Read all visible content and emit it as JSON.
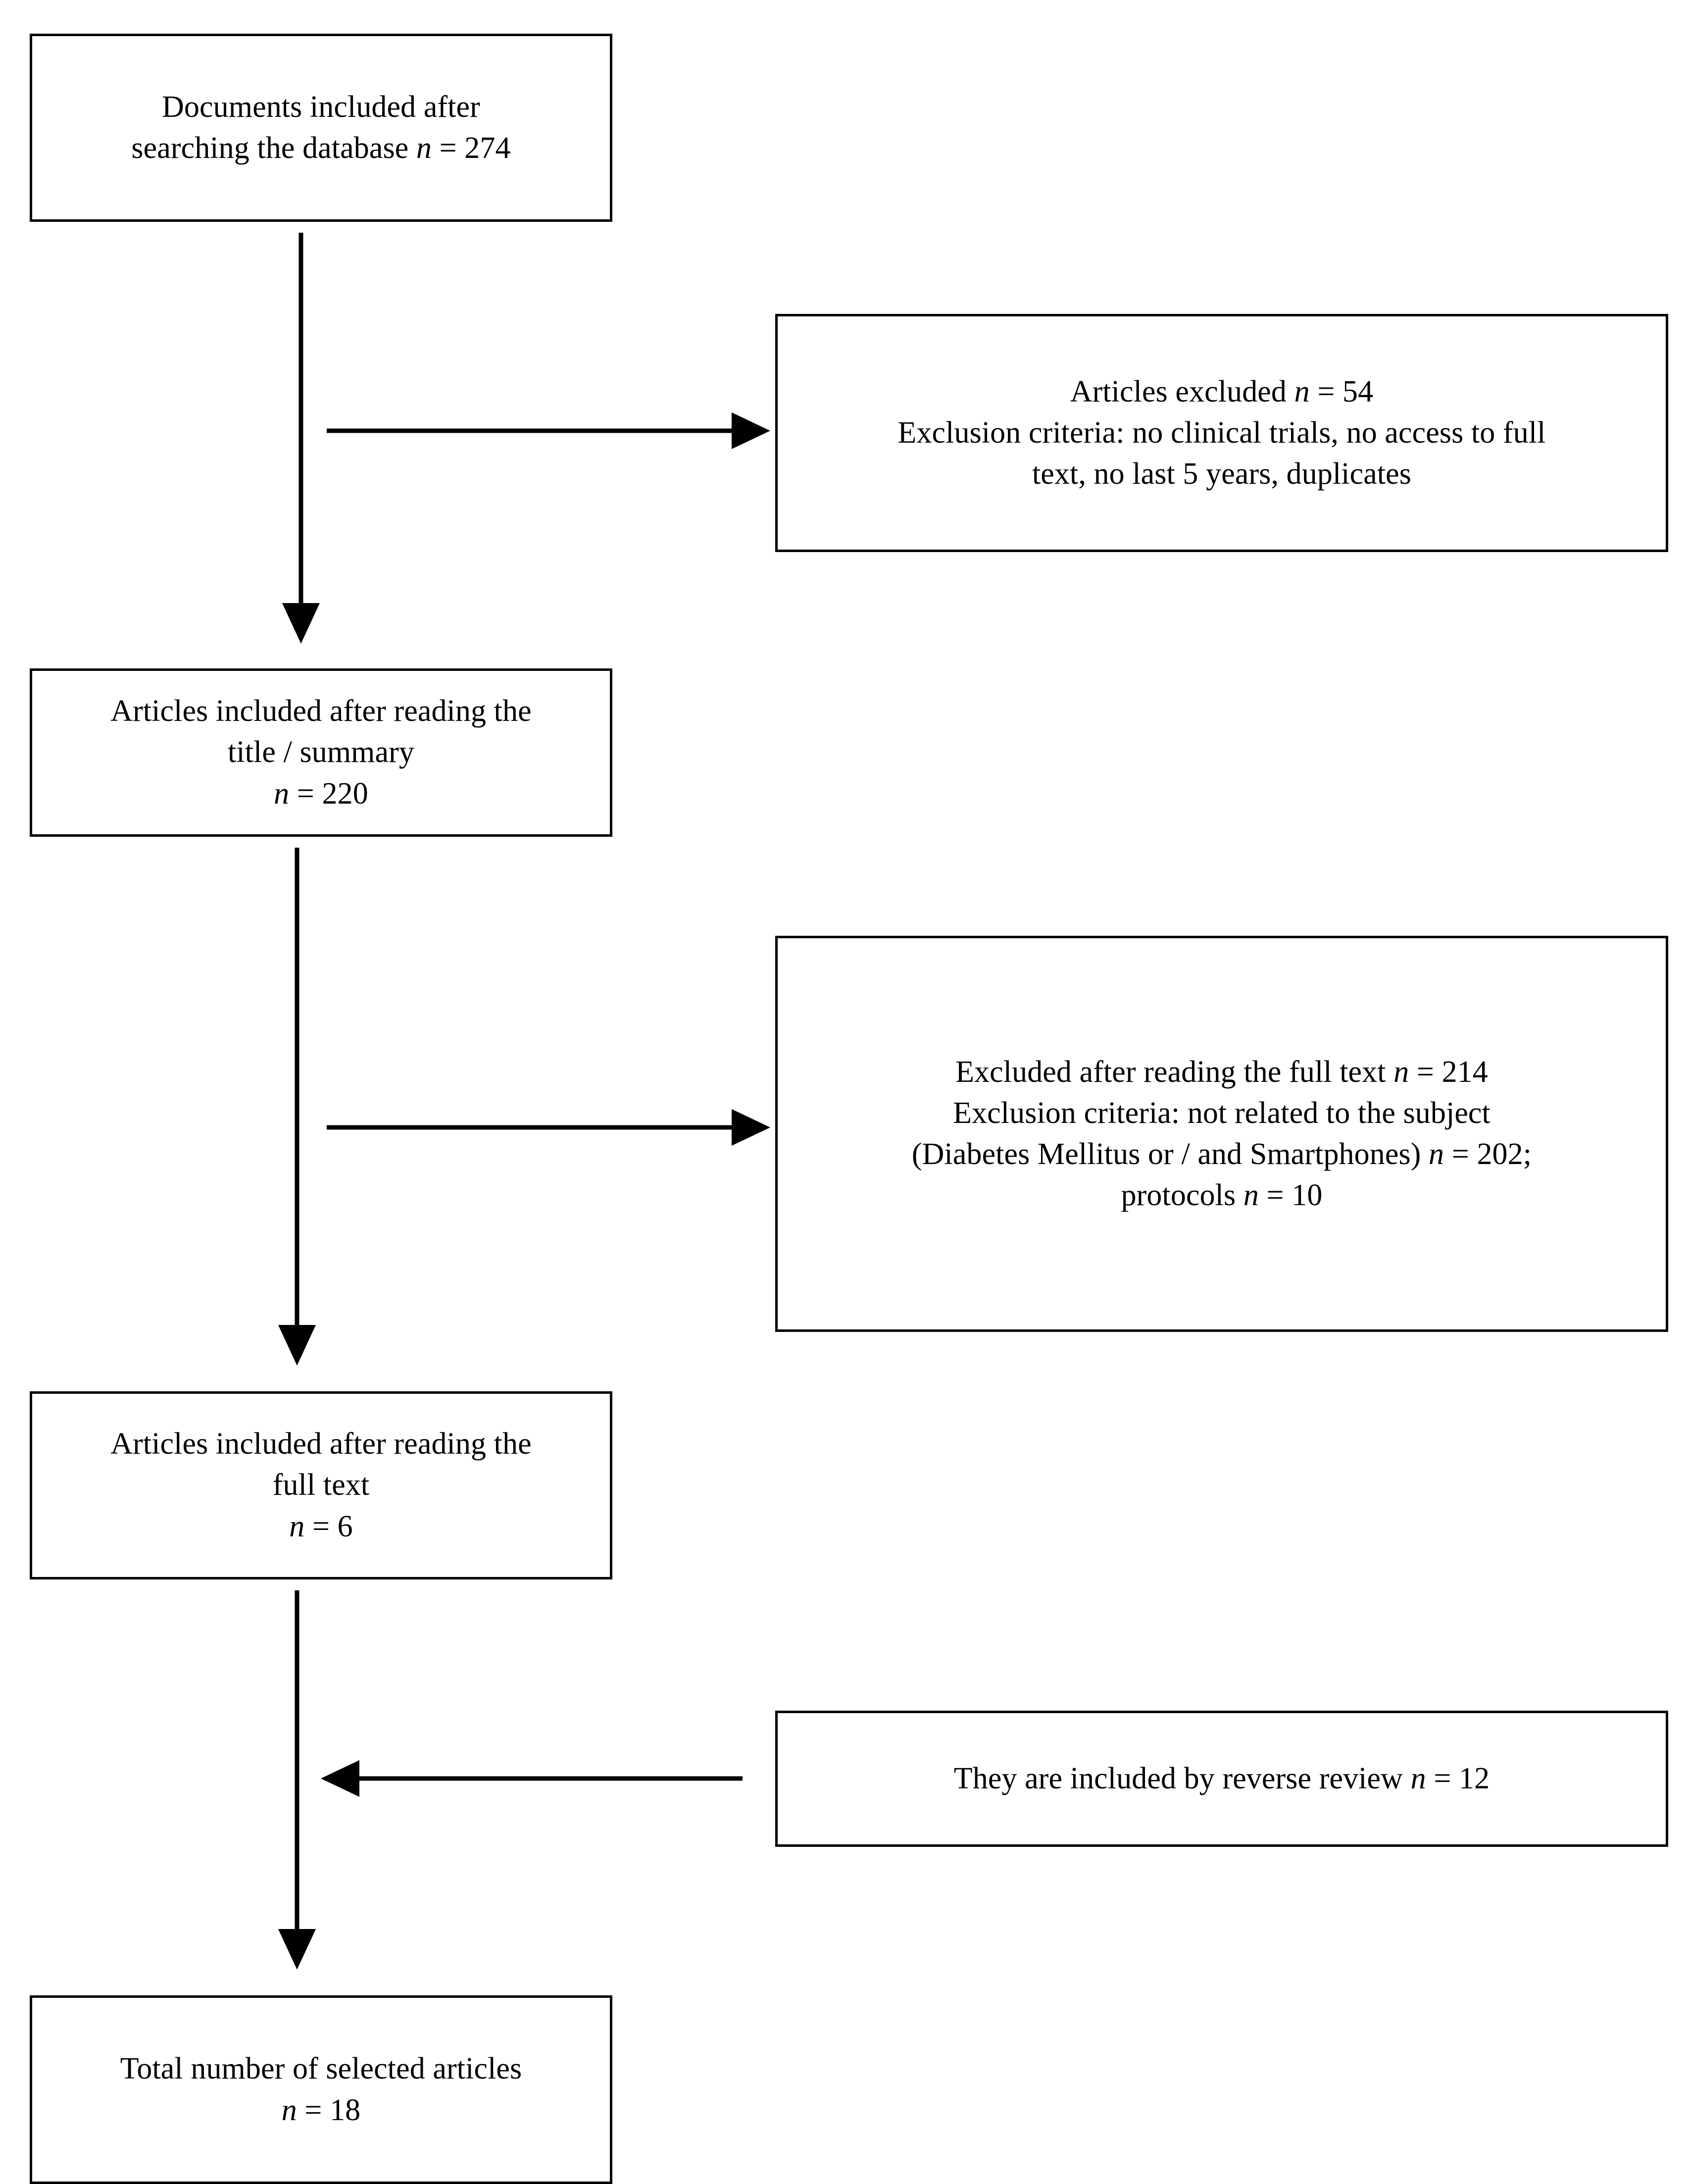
{
  "diagram": {
    "type": "prisma-flow-diagram",
    "title": "Study selection flow diagram",
    "orientation": "vertical",
    "background_color": "#ffffff",
    "line_color": "#000000",
    "box_border_color": "#000000",
    "box_fill_color": "#ffffff"
  },
  "nodes": {
    "identification": {
      "id": "box-identification",
      "column": "left",
      "lines": [
        "Documents included after",
        "searching the database n = 274"
      ],
      "text": "Documents included after\nsearching the database n = 274",
      "count_label": "n = 274",
      "count": 274
    },
    "excluded_title": {
      "id": "box-excluded-title",
      "column": "right",
      "lines": [
        "Articles excluded n = 54",
        "Exclusion criteria: no clinical trials, no access to full",
        "text, no last 5 years, duplicates"
      ],
      "text": "Articles excluded n = 54\nExclusion criteria: no clinical trials, no access to full\ntext, no last 5 years, duplicates",
      "count_label": "n = 54",
      "count": 54
    },
    "title_screen": {
      "id": "box-title-screen",
      "column": "left",
      "lines": [
        "Articles included after reading the",
        "title / summary",
        "n = 220"
      ],
      "text": "Articles included after reading the\ntitle / summary\nn = 220",
      "count_label": "n = 220",
      "count": 220
    },
    "excluded_fulltext": {
      "id": "box-excluded-full",
      "column": "right",
      "lines": [
        "Excluded after reading the full text n = 214",
        "Exclusion criteria: not related to the subject",
        "(Diabetes Mellitus or / and Smartphones) n = 202;",
        "protocols n = 10"
      ],
      "text": "Excluded after reading the full text n = 214\nExclusion criteria: not related to the subject\n(Diabetes Mellitus or / and Smartphones) n = 202;\nprotocols n = 10",
      "count_label": "n = 214",
      "count": 214,
      "sub_counts": [
        {
          "label": "not related to the subject (Diabetes Mellitus or / and Smartphones)",
          "count_label": "n = 202",
          "count": 202
        },
        {
          "label": "protocols",
          "count_label": "n = 10",
          "count": 10
        }
      ]
    },
    "fulltext_included": {
      "id": "box-fulltext-incl",
      "column": "left",
      "lines": [
        "Articles included after reading the",
        "full text",
        "n = 6"
      ],
      "text": "Articles included after reading the\nfull text\nn = 6",
      "count_label": "n = 6",
      "count": 6
    },
    "reverse_review": {
      "id": "box-reverse-review",
      "column": "right",
      "lines": [
        "They are included by reverse review n = 12"
      ],
      "text": "They are included by reverse review n = 12",
      "count_label": "n = 12",
      "count": 12
    },
    "total_selected": {
      "id": "box-total",
      "column": "left",
      "lines": [
        "Total number of selected articles",
        "n = 18"
      ],
      "text": "Total number of selected articles\nn = 18",
      "count_label": "n = 18",
      "count": 18
    }
  },
  "connectors": [
    {
      "name": "identification-to-title-screen",
      "direction": "down",
      "from": "identification",
      "to": "title_screen",
      "arrowhead": "down"
    },
    {
      "name": "branch-to-excluded-title",
      "direction": "right",
      "from": "identification",
      "to": "excluded_title",
      "arrowhead": "right"
    },
    {
      "name": "title-screen-to-fulltext-included",
      "direction": "down",
      "from": "title_screen",
      "to": "fulltext_included",
      "arrowhead": "down"
    },
    {
      "name": "branch-to-excluded-fulltext",
      "direction": "right",
      "from": "title_screen",
      "to": "excluded_fulltext",
      "arrowhead": "right"
    },
    {
      "name": "fulltext-included-to-total",
      "direction": "down",
      "from": "fulltext_included",
      "to": "total_selected",
      "arrowhead": "down"
    },
    {
      "name": "reverse-review-into-flow",
      "direction": "left",
      "from": "reverse_review",
      "to": "total_selected",
      "arrowhead": "left"
    }
  ]
}
